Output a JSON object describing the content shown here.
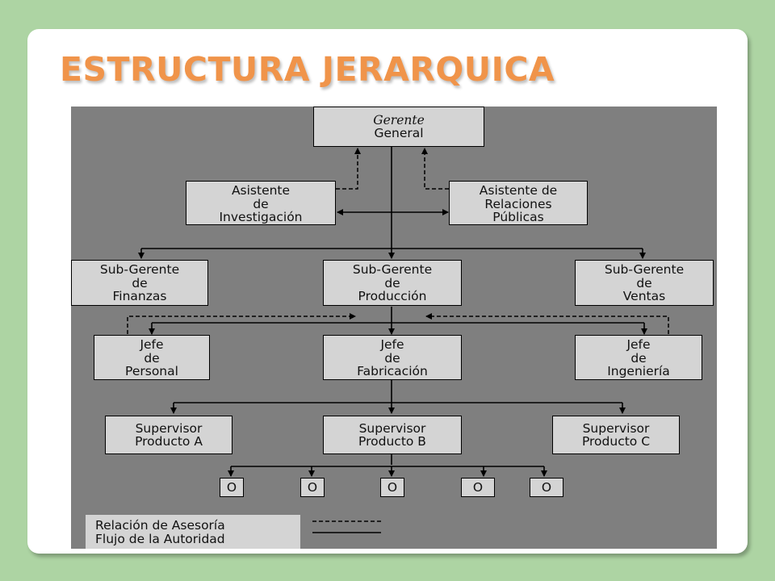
{
  "title": "ESTRUCTURA JERARQUICA",
  "chart": {
    "gerente_general": [
      "Gerente",
      "General"
    ],
    "asistente_investigacion": [
      "Asistente",
      "de",
      "Investigación"
    ],
    "asistente_relaciones": [
      "Asistente de",
      "Relaciones",
      "Públicas"
    ],
    "subgerente_finanzas": [
      "Sub-Gerente",
      "de",
      "Finanzas"
    ],
    "subgerente_produccion": [
      "Sub-Gerente",
      "de",
      "Producción"
    ],
    "subgerente_ventas": [
      "Sub-Gerente",
      "de",
      "Ventas"
    ],
    "jefe_personal": [
      "Jefe",
      "de",
      "Personal"
    ],
    "jefe_fabricacion": [
      "Jefe",
      "de",
      "Fabricación"
    ],
    "jefe_ingenieria": [
      "Jefe",
      "de",
      "Ingeniería"
    ],
    "supervisor_a": [
      "Supervisor",
      "Producto A"
    ],
    "supervisor_b": [
      "Supervisor",
      "Producto B"
    ],
    "supervisor_c": [
      "Supervisor",
      "Producto C"
    ],
    "workers": [
      "O",
      "O",
      "O",
      "O",
      "O"
    ]
  },
  "legend": {
    "advisory": "Relación de Asesoría",
    "authority": "Flujo de la Autoridad"
  }
}
